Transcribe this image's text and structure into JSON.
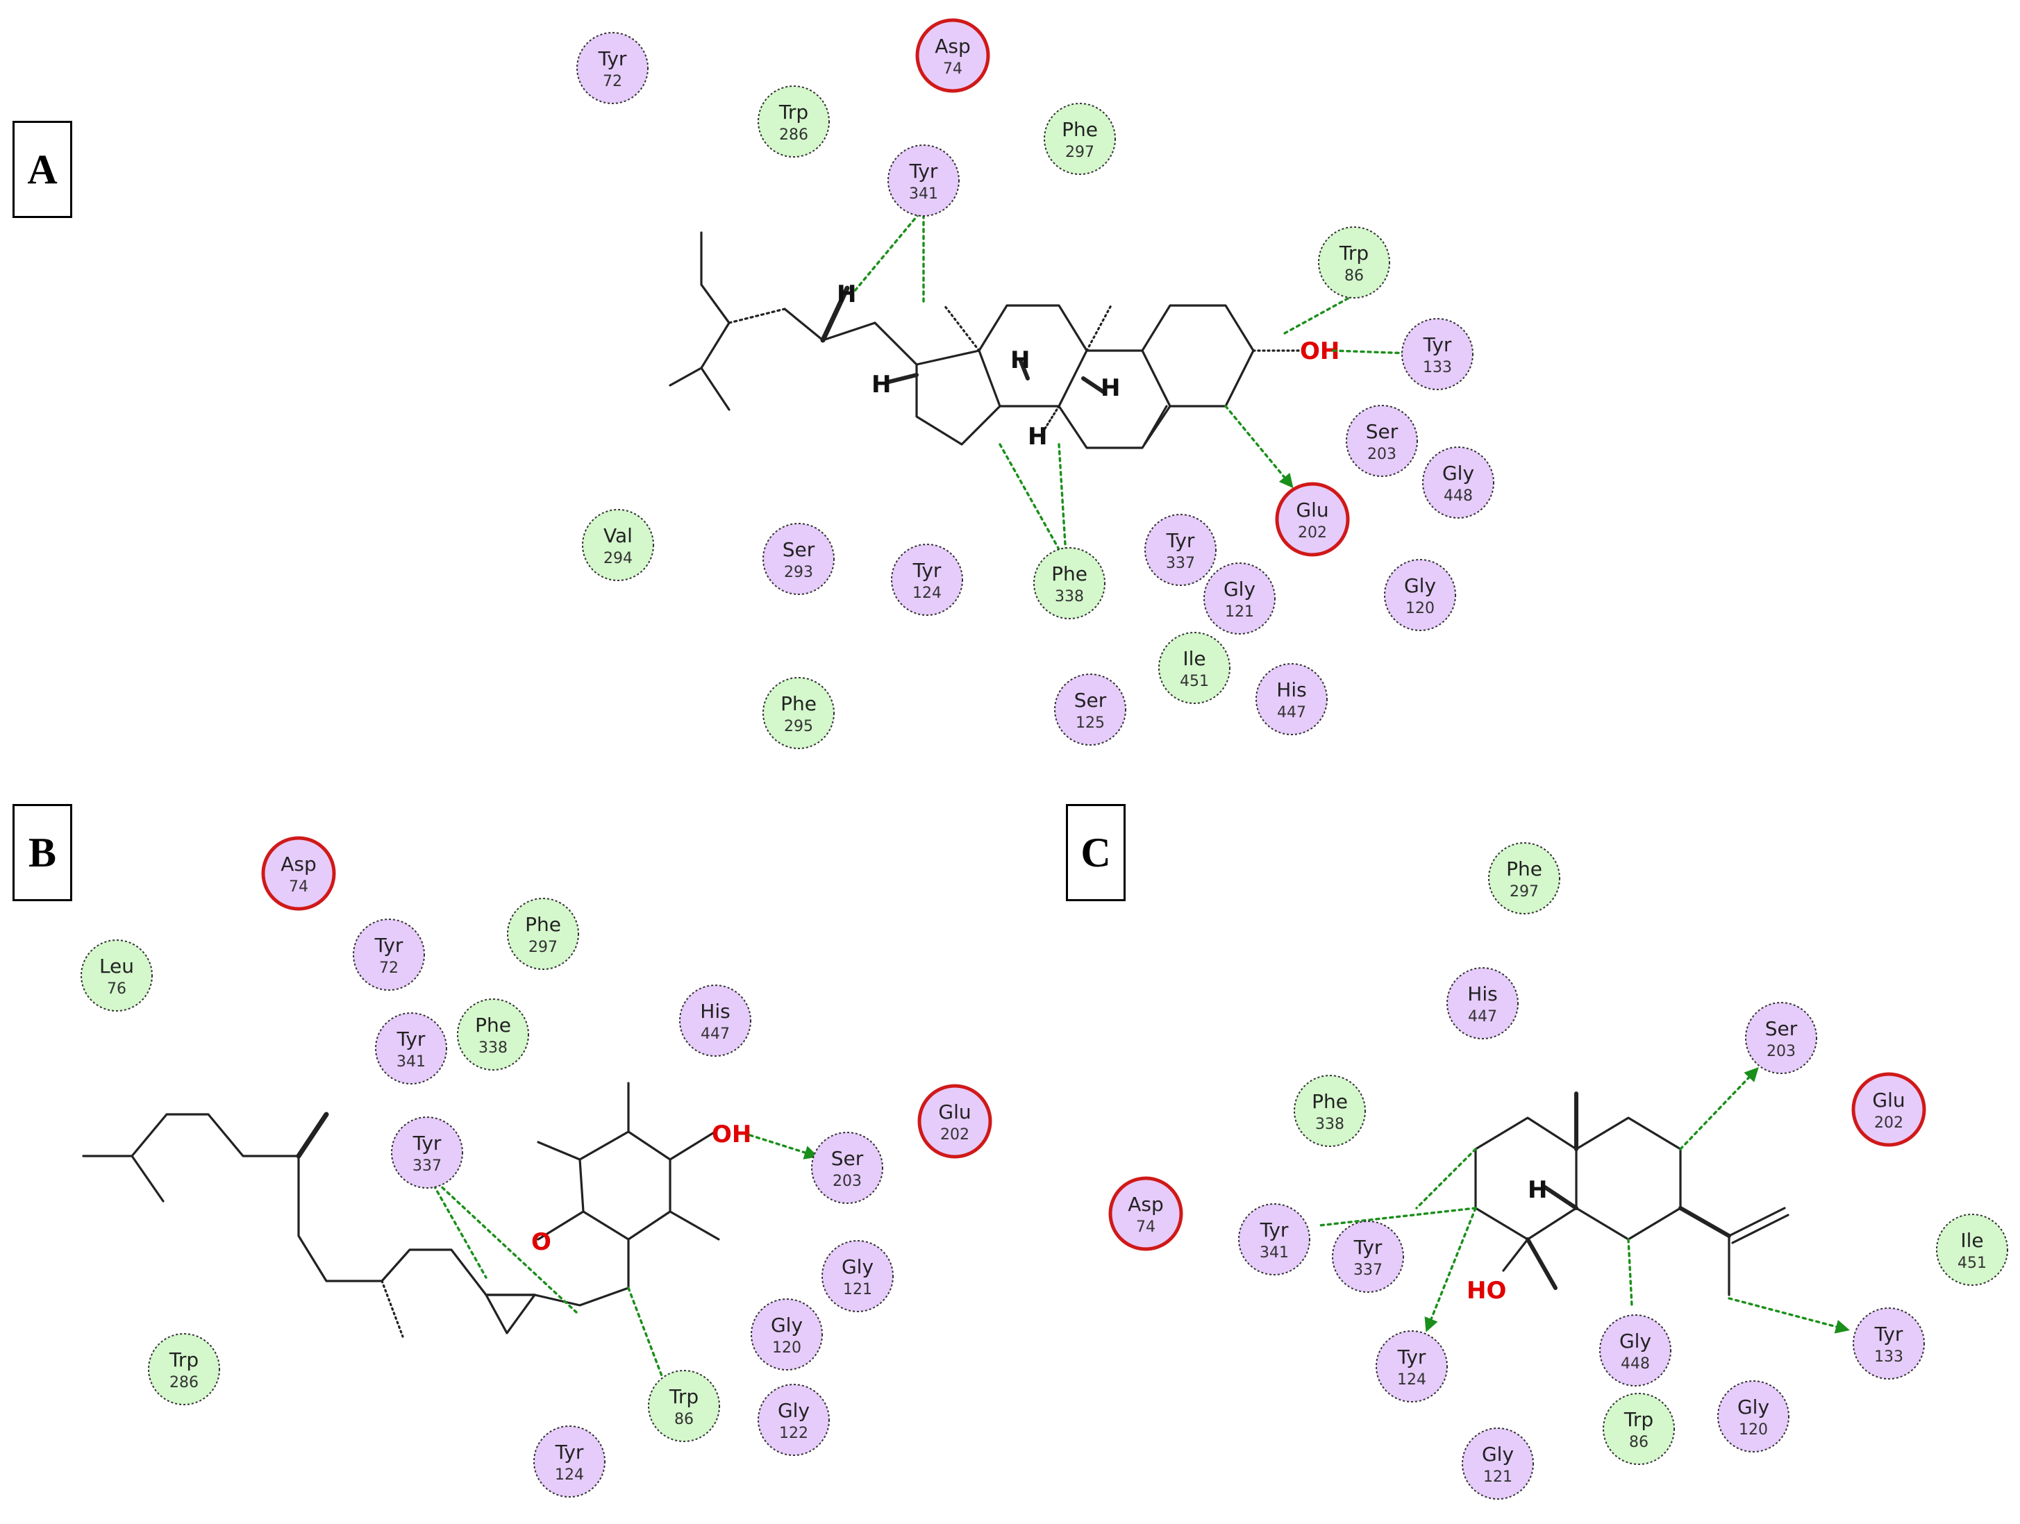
{
  "panels": [
    {
      "label": "A",
      "residues": [
        {
          "name": "Tyr",
          "num": "72",
          "kind": "polar"
        },
        {
          "name": "Asp",
          "num": "74",
          "kind": "charged"
        },
        {
          "name": "Trp",
          "num": "286",
          "kind": "hydrophobic"
        },
        {
          "name": "Phe",
          "num": "297",
          "kind": "hydrophobic"
        },
        {
          "name": "Tyr",
          "num": "341",
          "kind": "polar"
        },
        {
          "name": "Trp",
          "num": "86",
          "kind": "hydrophobic"
        },
        {
          "name": "Tyr",
          "num": "133",
          "kind": "polar"
        },
        {
          "name": "Ser",
          "num": "203",
          "kind": "polar"
        },
        {
          "name": "Gly",
          "num": "448",
          "kind": "polar"
        },
        {
          "name": "Glu",
          "num": "202",
          "kind": "charged"
        },
        {
          "name": "Val",
          "num": "294",
          "kind": "hydrophobic"
        },
        {
          "name": "Ser",
          "num": "293",
          "kind": "polar"
        },
        {
          "name": "Tyr",
          "num": "124",
          "kind": "polar"
        },
        {
          "name": "Phe",
          "num": "338",
          "kind": "hydrophobic"
        },
        {
          "name": "Tyr",
          "num": "337",
          "kind": "polar"
        },
        {
          "name": "Gly",
          "num": "121",
          "kind": "polar"
        },
        {
          "name": "Gly",
          "num": "120",
          "kind": "polar"
        },
        {
          "name": "Ile",
          "num": "451",
          "kind": "hydrophobic"
        },
        {
          "name": "His",
          "num": "447",
          "kind": "polar"
        },
        {
          "name": "Ser",
          "num": "125",
          "kind": "polar"
        },
        {
          "name": "Phe",
          "num": "295",
          "kind": "hydrophobic"
        }
      ]
    },
    {
      "label": "B",
      "residues": [
        {
          "name": "Asp",
          "num": "74",
          "kind": "charged"
        },
        {
          "name": "Leu",
          "num": "76",
          "kind": "hydrophobic"
        },
        {
          "name": "Tyr",
          "num": "72",
          "kind": "polar"
        },
        {
          "name": "Phe",
          "num": "297",
          "kind": "hydrophobic"
        },
        {
          "name": "Phe",
          "num": "338",
          "kind": "hydrophobic"
        },
        {
          "name": "Tyr",
          "num": "341",
          "kind": "polar"
        },
        {
          "name": "His",
          "num": "447",
          "kind": "polar"
        },
        {
          "name": "Glu",
          "num": "202",
          "kind": "charged"
        },
        {
          "name": "Tyr",
          "num": "337",
          "kind": "polar"
        },
        {
          "name": "Ser",
          "num": "203",
          "kind": "polar"
        },
        {
          "name": "Gly",
          "num": "121",
          "kind": "polar"
        },
        {
          "name": "Gly",
          "num": "120",
          "kind": "polar"
        },
        {
          "name": "Gly",
          "num": "122",
          "kind": "polar"
        },
        {
          "name": "Trp",
          "num": "86",
          "kind": "hydrophobic"
        },
        {
          "name": "Tyr",
          "num": "124",
          "kind": "polar"
        },
        {
          "name": "Trp",
          "num": "286",
          "kind": "hydrophobic"
        }
      ]
    },
    {
      "label": "C",
      "residues": [
        {
          "name": "Phe",
          "num": "297",
          "kind": "hydrophobic"
        },
        {
          "name": "His",
          "num": "447",
          "kind": "polar"
        },
        {
          "name": "Ser",
          "num": "203",
          "kind": "polar"
        },
        {
          "name": "Glu",
          "num": "202",
          "kind": "charged"
        },
        {
          "name": "Phe",
          "num": "338",
          "kind": "hydrophobic"
        },
        {
          "name": "Asp",
          "num": "74",
          "kind": "charged"
        },
        {
          "name": "Tyr",
          "num": "341",
          "kind": "polar"
        },
        {
          "name": "Tyr",
          "num": "337",
          "kind": "polar"
        },
        {
          "name": "Ile",
          "num": "451",
          "kind": "hydrophobic"
        },
        {
          "name": "Tyr",
          "num": "133",
          "kind": "polar"
        },
        {
          "name": "Tyr",
          "num": "124",
          "kind": "polar"
        },
        {
          "name": "Gly",
          "num": "448",
          "kind": "polar"
        },
        {
          "name": "Trp",
          "num": "86",
          "kind": "hydrophobic"
        },
        {
          "name": "Gly",
          "num": "120",
          "kind": "polar"
        },
        {
          "name": "Gly",
          "num": "121",
          "kind": "polar"
        }
      ]
    }
  ],
  "atom_labels": {
    "oh": "OH",
    "ho": "HO",
    "o": "O",
    "h": "H"
  },
  "colors": {
    "polar_fill": "#e6ccfa",
    "hydrophobic_fill": "#d4f7cc",
    "charged_stroke": "#d01919",
    "hbond": "#1a8f1a",
    "heteroatom": "#e00000"
  }
}
